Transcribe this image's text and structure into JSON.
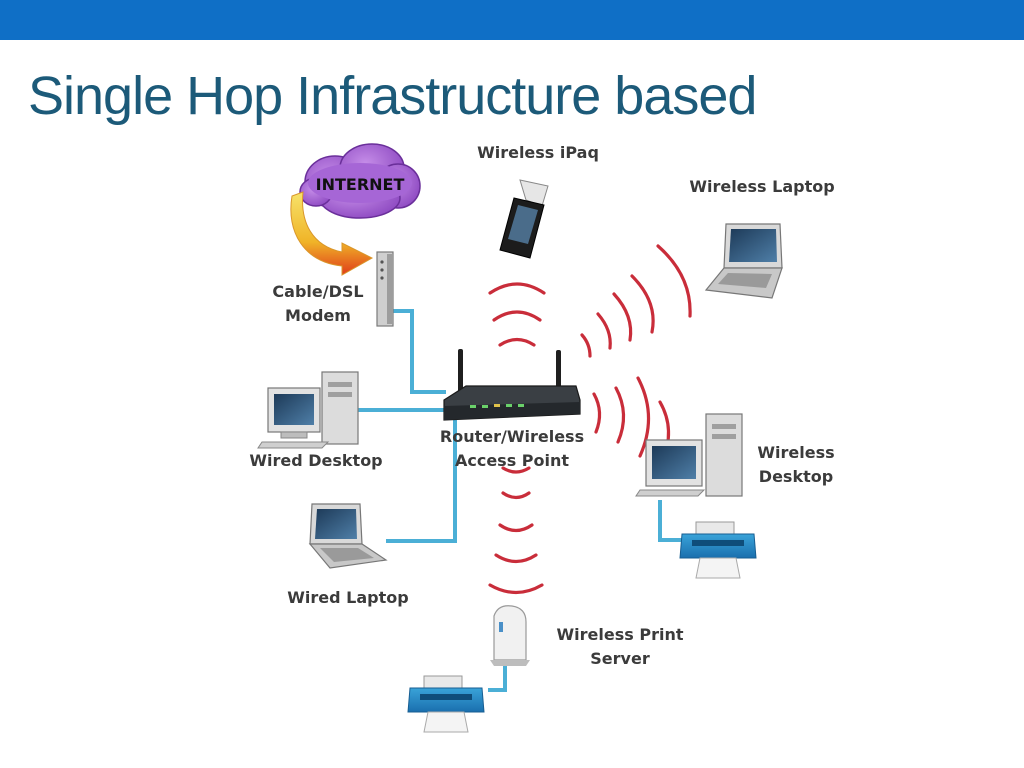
{
  "slide": {
    "title": "Single Hop Infrastructure based",
    "band_color": "#0f6fc6",
    "title_color": "#1c5a79"
  },
  "diagram": {
    "internet_label": "INTERNET",
    "labels": {
      "wireless_ipaq": "Wireless iPaq",
      "wireless_laptop": "Wireless Laptop",
      "cable_dsl_line1": "Cable/DSL",
      "cable_dsl_line2": "Modem",
      "router_line1": "Router/Wireless",
      "router_line2": "Access Point",
      "wired_desktop": "Wired Desktop",
      "wireless_desktop_line1": "Wireless",
      "wireless_desktop_line2": "Desktop",
      "wired_laptop": "Wired Laptop",
      "print_server_line1": "Wireless Print",
      "print_server_line2": "Server"
    },
    "colors": {
      "cable": "#4bafd6",
      "wireless_signal": "#c92d3a",
      "cloud": "#9a55c9",
      "internet_arrow": "#f0b428"
    },
    "icons": [
      "cloud-icon",
      "modem-icon",
      "router-icon",
      "pda-icon",
      "laptop-icon",
      "desktop-icon",
      "printer-icon",
      "print-server-icon"
    ]
  }
}
